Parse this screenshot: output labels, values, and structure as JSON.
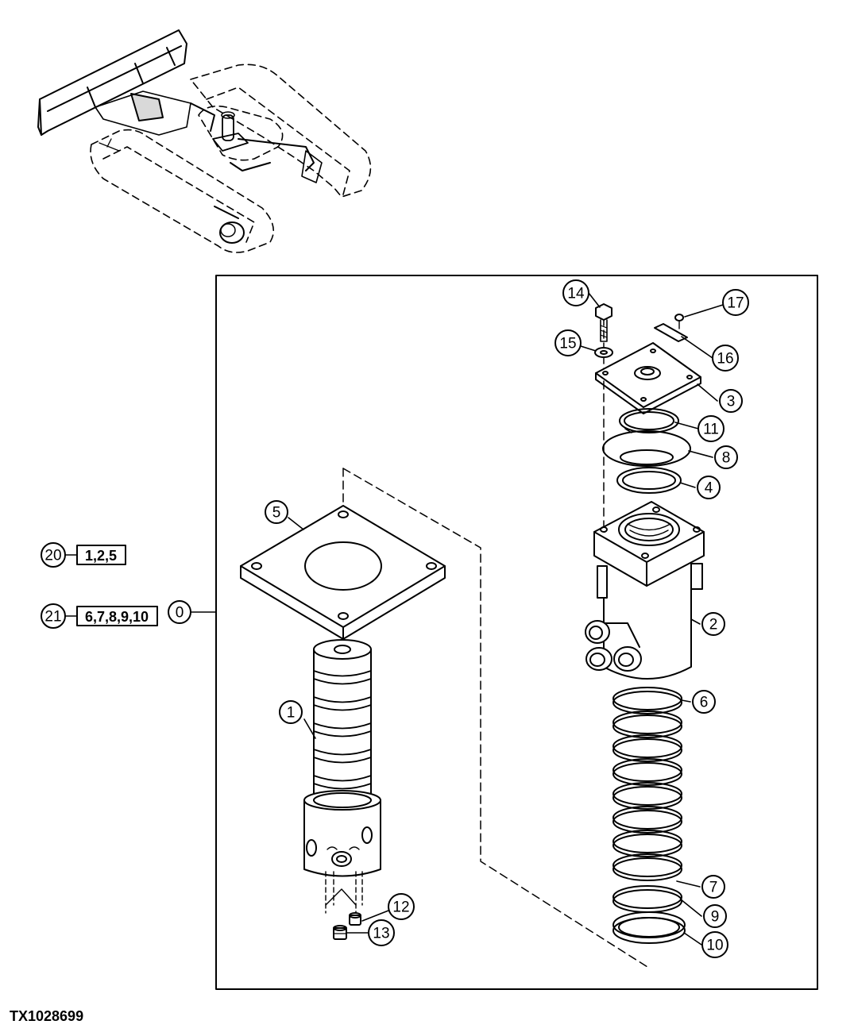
{
  "figure_id": "TX1028699",
  "assembly_callout": "0",
  "callouts": {
    "c1": "1",
    "c2": "2",
    "c3": "3",
    "c4": "4",
    "c5": "5",
    "c6": "6",
    "c7": "7",
    "c8": "8",
    "c9": "9",
    "c10": "10",
    "c11": "11",
    "c12": "12",
    "c13": "13",
    "c14": "14",
    "c15": "15",
    "c16": "16",
    "c17": "17"
  },
  "kits": [
    {
      "number": "20",
      "contents": "1,2,5"
    },
    {
      "number": "21",
      "contents": "6,7,8,9,10"
    }
  ],
  "colors": {
    "line": "#000000",
    "background": "#ffffff"
  }
}
